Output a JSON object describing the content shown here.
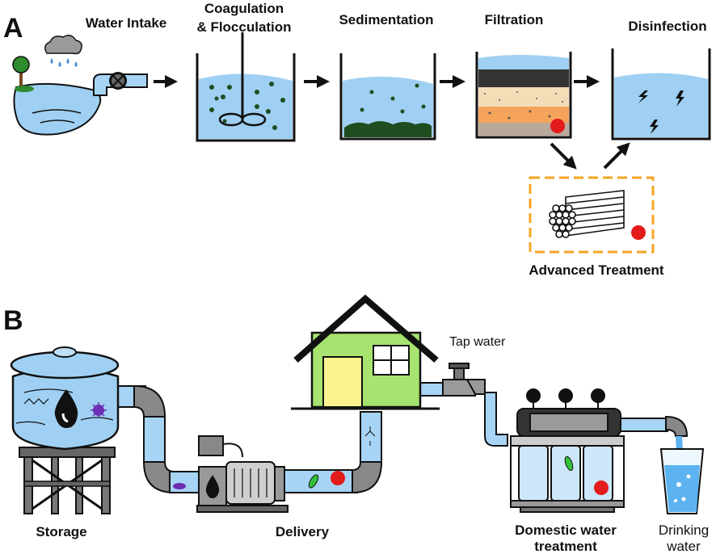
{
  "panels": {
    "a": {
      "letter": "A",
      "steps": {
        "intake": "Water Intake",
        "coag_1": "Coagulation",
        "coag_2": "& Flocculation",
        "sedimentation": "Sedimentation",
        "filtration": "Filtration",
        "disinfection": "Disinfection"
      },
      "advanced": "Advanced Treatment"
    },
    "b": {
      "letter": "B",
      "storage": "Storage",
      "delivery": "Delivery",
      "tap": "Tap water",
      "domestic_1": "Domestic water",
      "domestic_2": "treatment",
      "drinking_1": "Drinking",
      "drinking_2": "water"
    }
  },
  "colors": {
    "water": "#9fd0f3",
    "pipe": "#a7d4f5",
    "floc": "#1f4d1f",
    "contaminant": "#e41b1b",
    "advanced_border": "#f5a623",
    "house_wall": "#a6e36f",
    "door": "#fbf38e",
    "filter_sand": "#f4dcb7",
    "filter_gravel": "#f5a25a"
  },
  "icons": [
    "rain-cloud-icon",
    "tree-icon",
    "valve-icon",
    "stirrer-icon",
    "lightning-icon",
    "membrane-module-icon",
    "water-drop-icon",
    "virus-icon",
    "bacteria-icon",
    "pump-icon",
    "faucet-icon",
    "glass-icon"
  ]
}
